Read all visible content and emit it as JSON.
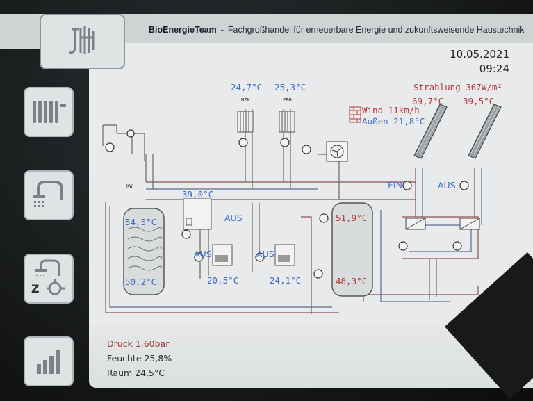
{
  "header": {
    "brand": "BioEnergieTeam",
    "separator": "-",
    "tagline": "Fachgroßhandel für erneuerbare Energie und zukunftsweisende Haustechnik"
  },
  "datetime": {
    "date": "10.05.2021",
    "time": "09:24"
  },
  "sidebar": {
    "items": [
      {
        "icon": "radiator-icon"
      },
      {
        "icon": "shower-icon"
      },
      {
        "icon": "hot-water-circulation-icon",
        "label": "Z"
      },
      {
        "icon": "bar-chart-icon"
      }
    ]
  },
  "schematic": {
    "hzk_temp": "24,7°C",
    "fbh_temp": "25,3°C",
    "hzk_label": "HZK",
    "fbh_label": "FBH",
    "kw_label": "KW",
    "supply_temp": "39,0°C",
    "buffer_top": "54,5°C",
    "buffer_bottom": "50,2°C",
    "boiler_status": "AUS",
    "pump1_status": "AUS",
    "pump2_status": "AUS",
    "return1_temp": "20,5°C",
    "return2_temp": "24,1°C",
    "storage_top": "51,9°C",
    "storage_bottom": "48,3°C",
    "radiation": "Strahlung 367W/m²",
    "wind": "Wind 11km/h",
    "outside": "Außen 21,8°C",
    "collector1_temp": "69,7°C",
    "collector2_temp": "39,5°C",
    "solar1_status": "EIN",
    "solar2_status": "AUS"
  },
  "status": {
    "pressure": "Druck 1,60bar",
    "humidity": "Feuchte 25,8%",
    "room": "Raum 24,5°C"
  },
  "colors": {
    "blue": "#3b6cc9",
    "red": "#b8383a",
    "pipe": "#7a4a4a",
    "panel": "#e8eaeb"
  }
}
